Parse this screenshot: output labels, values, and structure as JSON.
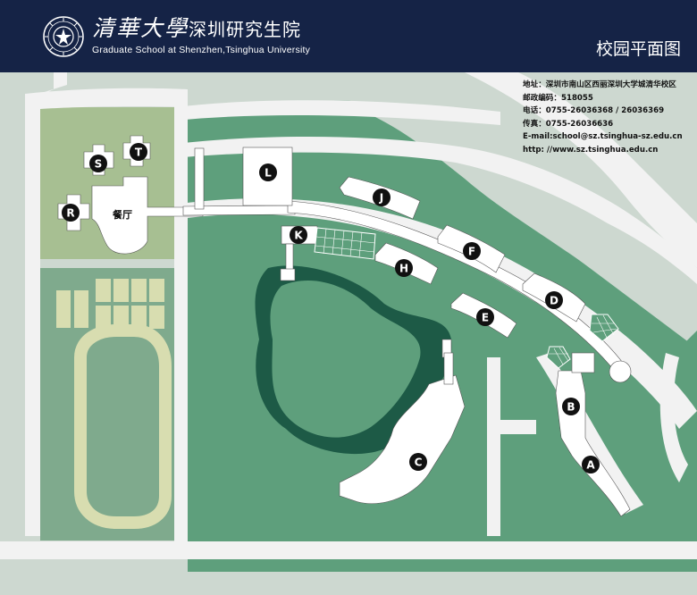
{
  "header": {
    "school_cn_main": "清華大學",
    "school_cn_sub": "深圳研究生院",
    "school_en": "Graduate School at Shenzhen,Tsinghua University",
    "map_title": "校园平面图"
  },
  "contact": {
    "address_label": "地址：",
    "address": "深圳市南山区西丽深圳大学城清华校区",
    "postcode_label": "邮政编码：",
    "postcode": "518055",
    "phone_label": "电话：",
    "phone": "0755-26036368 / 26036369",
    "fax_label": "传真：",
    "fax": "0755-26036636",
    "email_label": "E-mail: ",
    "email": "school@sz.tsinghua-sz.edu.cn",
    "web_label": "http: // ",
    "web": "www.sz.tsinghua.edu.cn"
  },
  "buildings": {
    "A": "A",
    "B": "B",
    "C": "C",
    "D": "D",
    "E": "E",
    "F": "F",
    "H": "H",
    "J": "J",
    "K": "K",
    "L": "L",
    "R": "R",
    "S": "S",
    "T": "T"
  },
  "canteen": "餐厅",
  "colors": {
    "header": "#152346",
    "grass": "#5e9f7c",
    "lake": "#1d5a46",
    "road": "#f2f2f2",
    "sports_field": "#7faa8d",
    "campus_block": "#a7bf92",
    "court": "#d8ddb0",
    "outer_ground": "#cdd8d0"
  }
}
